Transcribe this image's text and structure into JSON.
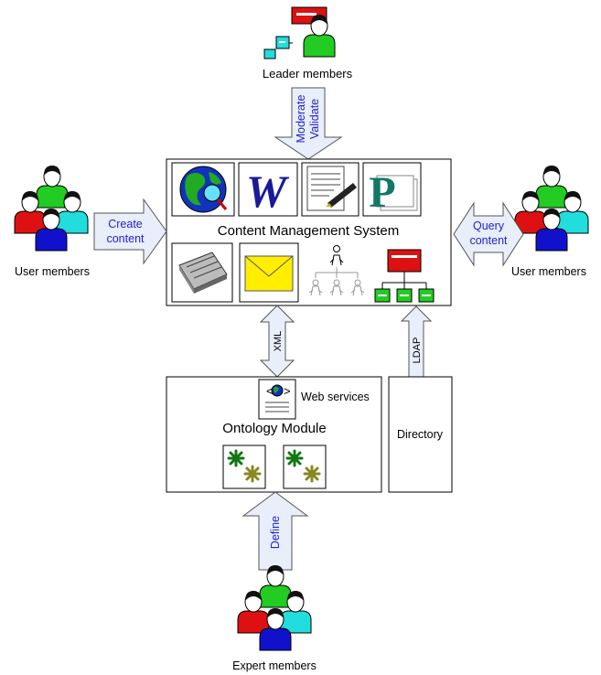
{
  "groups": {
    "leader": "Leader members",
    "user_left": "User members",
    "user_right": "User members",
    "expert": "Expert members"
  },
  "cms": {
    "title": "Content Management System"
  },
  "ontology": {
    "title": "Ontology Module",
    "web_services": "Web services"
  },
  "directory": {
    "title": "Directory"
  },
  "arrows": {
    "moderate": "Moderate",
    "validate": "Validate",
    "create_line1": "Create",
    "create_line2": "content",
    "query_line1": "Query",
    "query_line2": "content",
    "xml": "XML",
    "ldap": "LDAP",
    "define": "Define"
  },
  "icons": {
    "word_letter": "W",
    "publisher_letter": "P"
  },
  "colors": {
    "arrow_fill": "#e8eefa",
    "arrow_text": "#2222cc",
    "person_green": "#22cc22",
    "person_red": "#dd1111",
    "person_cyan": "#22dddd",
    "person_blue": "#1111cc"
  }
}
